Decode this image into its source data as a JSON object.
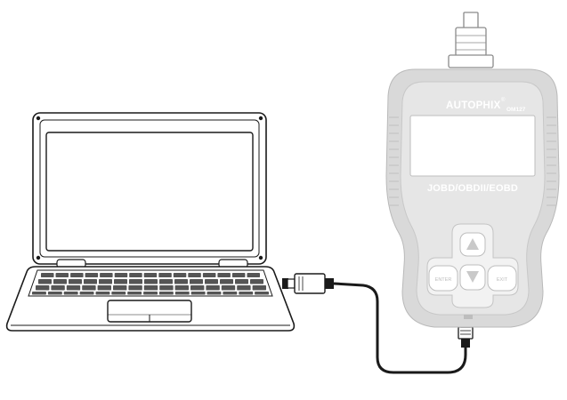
{
  "scanner": {
    "brand": "AUTOPHIX",
    "brand_mark": "®",
    "model": "OM127",
    "protocols": "JOBD/OBDII/EOBD",
    "buttons": {
      "enter_label": "ENTER",
      "exit_label": "EXIT"
    }
  },
  "colors": {
    "scanner_body": "#d9d9d9",
    "scanner_label_text": "#ffffff",
    "scanner_screen": "#ffffff",
    "laptop_outline": "#1a1a1a",
    "keyboard_keys": "#555555",
    "cable": "#1a1a1a"
  }
}
